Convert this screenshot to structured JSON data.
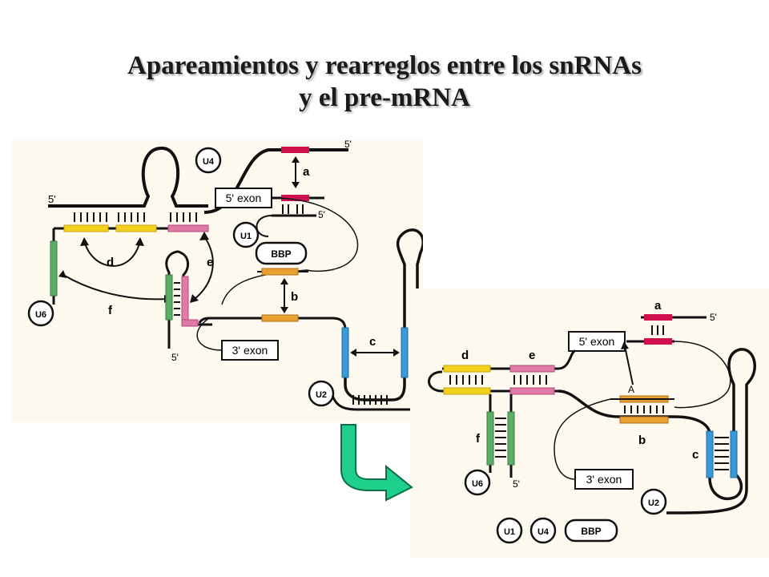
{
  "title": {
    "line1": "Apareamientos y rearreglos entre los snRNAs",
    "line2": "y el pre-mRNA"
  },
  "colors": {
    "panel_bg": "#fdf9ee",
    "yellow": "#f2d21d",
    "pink": "#e27aa8",
    "red": "#d0104e",
    "orange": "#e8a030",
    "blue": "#3a9ad8",
    "green": "#5aae66",
    "arrow": "#1fcf8c"
  },
  "left": {
    "five_prime_u6": "5'",
    "five_prime_top": "5'",
    "five_prime_u1": "5'",
    "five_prime_u4": "5'",
    "u4": "U4",
    "u1": "U1",
    "u6": "U6",
    "u2": "U2",
    "bbp": "BBP",
    "exon5": "5' exon",
    "exon3": "3' exon",
    "a": "a",
    "b": "b",
    "c": "c",
    "d": "d",
    "e": "e",
    "f": "f"
  },
  "right": {
    "five_prime_top": "5'",
    "five_prime_u6": "5'",
    "u6": "U6",
    "u2": "U2",
    "u1": "U1",
    "u4": "U4",
    "bbp": "BBP",
    "exon5": "5' exon",
    "exon3": "3' exon",
    "branch_a": "A",
    "a": "a",
    "b": "b",
    "c": "c",
    "d": "d",
    "e": "e",
    "f": "f"
  }
}
